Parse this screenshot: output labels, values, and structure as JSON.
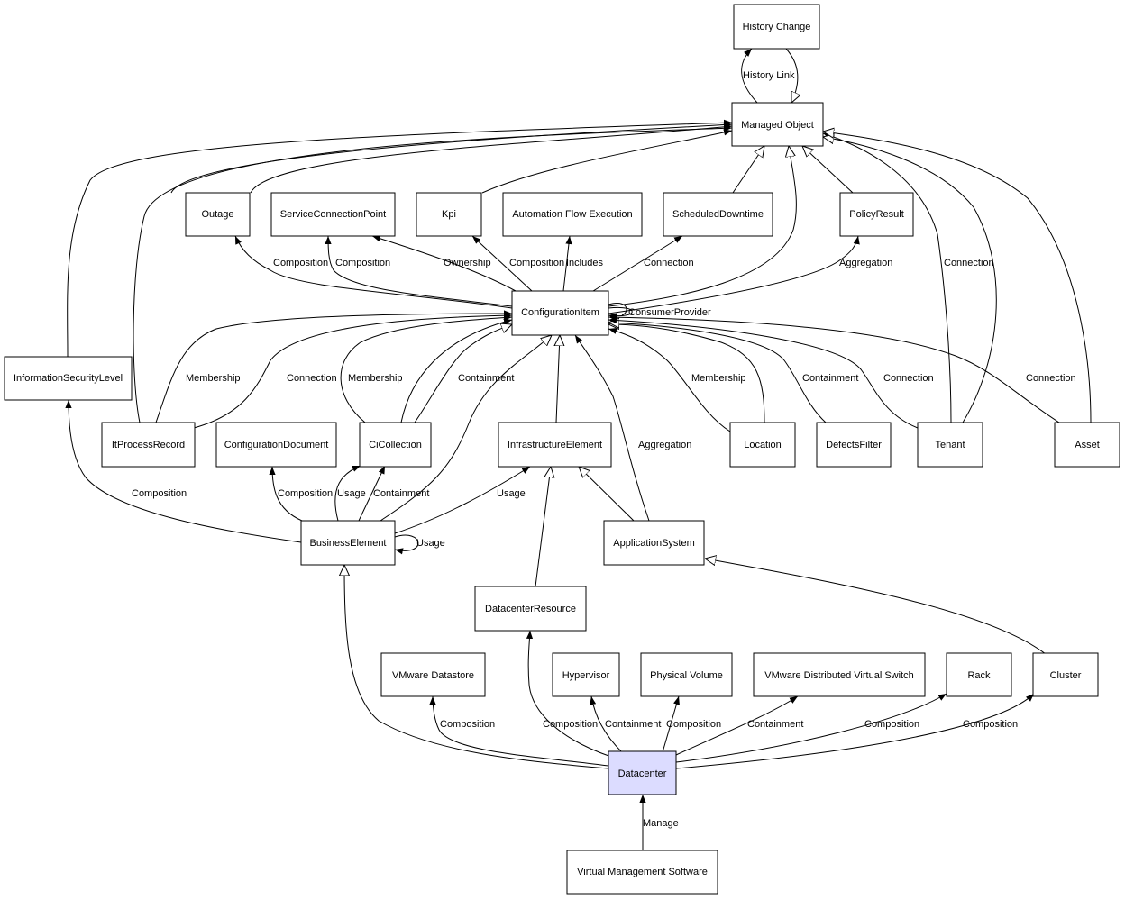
{
  "diagram": {
    "highlight_color": "#dcdcff",
    "node_color": "#ffffff",
    "nodes": {
      "history_change": "History Change",
      "managed_object": "Managed Object",
      "outage": "Outage",
      "service_connection_point": "ServiceConnectionPoint",
      "kpi": "Kpi",
      "automation_flow_execution": "Automation Flow Execution",
      "scheduled_downtime": "ScheduledDowntime",
      "policy_result": "PolicyResult",
      "configuration_item": "ConfigurationItem",
      "information_security_level": "InformationSecurityLevel",
      "it_process_record": "ItProcessRecord",
      "configuration_document": "ConfigurationDocument",
      "ci_collection": "CiCollection",
      "infrastructure_element": "InfrastructureElement",
      "location": "Location",
      "defects_filter": "DefectsFilter",
      "tenant": "Tenant",
      "asset": "Asset",
      "business_element": "BusinessElement",
      "application_system": "ApplicationSystem",
      "datacenter_resource": "DatacenterResource",
      "vmware_datastore": "VMware Datastore",
      "hypervisor": "Hypervisor",
      "physical_volume": "Physical Volume",
      "vmware_dvs": "VMware Distributed Virtual Switch",
      "rack": "Rack",
      "cluster": "Cluster",
      "datacenter": "Datacenter",
      "virtual_management_software": "Virtual Management Software"
    },
    "labels": {
      "history_link": "History Link",
      "outage_composition": "Composition",
      "scp_composition": "Composition",
      "ownership": "Ownership",
      "kpi_composition": "Composition",
      "includes": "Includes",
      "sd_connection": "Connection",
      "aggregation_policy": "Aggregation",
      "tenant_mo_connection": "Connection",
      "consumer_provider": "ConsumerProvider",
      "itpr_membership": "Membership",
      "itpr_connection": "Connection",
      "cic_membership": "Membership",
      "cic_containment": "Containment",
      "loc_membership": "Membership",
      "df_containment": "Containment",
      "tenant_connection": "Connection",
      "asset_connection": "Connection",
      "as_aggregation": "Aggregation",
      "isl_composition": "Composition",
      "cd_composition": "Composition",
      "be_usage_cic": "Usage",
      "be_containment_cic": "Containment",
      "be_usage_ie": "Usage",
      "be_usage_self": "Usage",
      "dc_vds_composition": "Composition",
      "dc_dcr_composition": "Composition",
      "dc_hyp_containment": "Containment",
      "dc_pv_composition": "Composition",
      "dc_vdvs_containment": "Containment",
      "dc_rack_composition": "Composition",
      "dc_cluster_composition": "Composition",
      "manage": "Manage"
    }
  }
}
